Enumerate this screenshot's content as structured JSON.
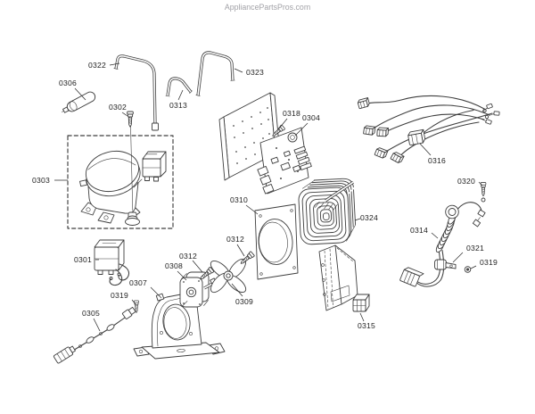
{
  "watermark": "AppliancePartsPros.com",
  "diagram": {
    "callouts": [
      "0322",
      "0306",
      "0302",
      "0313",
      "0323",
      "0318",
      "0304",
      "0316",
      "0320",
      "0303",
      "0310",
      "0324",
      "0314",
      "0312",
      "0312",
      "0321",
      "0319",
      "0301",
      "0308",
      "0307",
      "0319",
      "0305",
      "0309",
      "0315"
    ]
  }
}
